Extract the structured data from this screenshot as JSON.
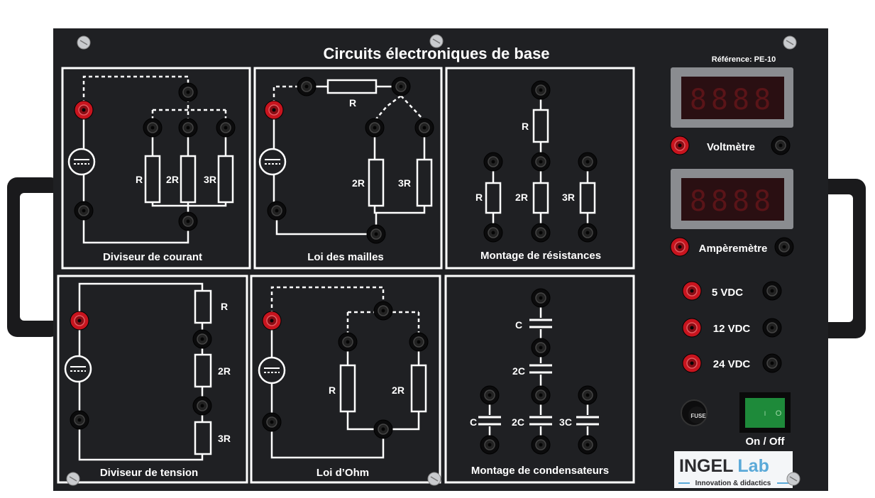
{
  "title": "Circuits électroniques de base",
  "reference": "Référence: PE-10",
  "modules": [
    {
      "name": "Diviseur de courant",
      "labels": [
        "R",
        "2R",
        "3R"
      ]
    },
    {
      "name": "Loi des mailles",
      "labels": [
        "R",
        "2R",
        "3R"
      ]
    },
    {
      "name": "Montage de résistances",
      "labels": [
        "R",
        "R",
        "2R",
        "3R"
      ]
    },
    {
      "name": "Diviseur de tension",
      "labels": [
        "R",
        "2R",
        "3R"
      ]
    },
    {
      "name": "Loi d’Ohm",
      "labels": [
        "R",
        "2R"
      ]
    },
    {
      "name": "Montage de condensateurs",
      "labels": [
        "C",
        "2C",
        "C",
        "2C",
        "3C"
      ]
    }
  ],
  "meters": {
    "voltmeter": {
      "label": "Voltmètre",
      "display": "8888"
    },
    "ammeter": {
      "label": "Ampèremètre",
      "display": "8888"
    }
  },
  "supplies": [
    "5 VDC",
    "12 VDC",
    "24 VDC"
  ],
  "fuse_label": "FUSE",
  "switch": {
    "label": "On / Off",
    "state": "on",
    "symbols": [
      "I",
      "O"
    ]
  },
  "logo": {
    "brand": "INGEL",
    "brand2": "Lab",
    "tagline": "Innovation & didactics"
  },
  "colors": {
    "panel": "#1f2023",
    "jack_red": "#c8141e",
    "jack_black": "#0b0b0c",
    "switch_green": "#1e8a3a",
    "logo_blue": "#5aa9d8"
  }
}
